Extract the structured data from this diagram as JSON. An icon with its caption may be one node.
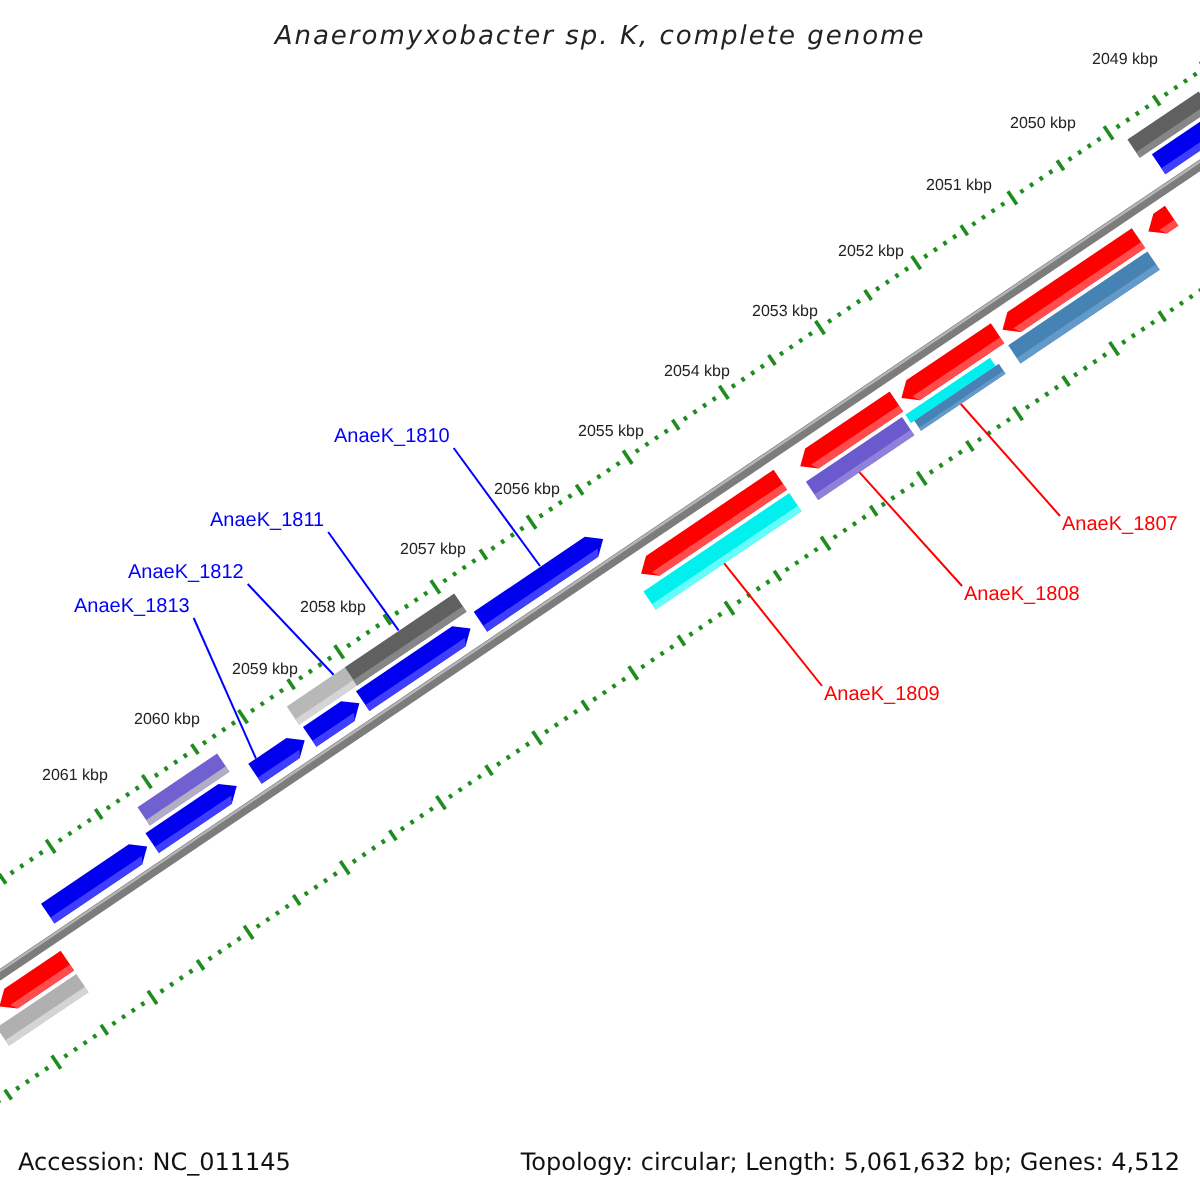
{
  "diagram": {
    "title": "Anaeromyxobacter sp. K, complete genome",
    "nodes": [
      {
        "text": [
          "AnaeK_1810"
        ]
      },
      {
        "text": [
          "AnaeK_1811"
        ]
      },
      {
        "text": [
          "AnaeK_1807"
        ]
      },
      {
        "text": [
          "AnaeK_1812"
        ]
      },
      {
        "text": [
          "AnaeK_1808"
        ]
      },
      {
        "text": [
          "AnaeK_1813"
        ]
      },
      {
        "text": [
          "AnaeK_1809"
        ]
      },
      {
        "text": [],
        "shape": "pentagon"
      },
      {
        "text": [],
        "shape": "bar"
      },
      {
        "text": [],
        "shape": "pentagon"
      },
      {
        "text": [],
        "shape": "pentagon"
      },
      {
        "text": [],
        "shape": "bar"
      },
      {
        "text": [],
        "shape": "pentagon"
      },
      {
        "text": [],
        "shape": "bar"
      },
      {
        "text": [],
        "shape": "pentagon"
      },
      {
        "text": [],
        "shape": "pentagon"
      },
      {
        "text": [],
        "shape": "bar"
      },
      {
        "text": [],
        "shape": "pentagon"
      },
      {
        "text": [],
        "shape": "bar"
      },
      {
        "text": [],
        "shape": "pentagon"
      },
      {
        "text": [],
        "shape": "bar"
      },
      {
        "text": [],
        "shape": "pentagon"
      },
      {
        "text": [],
        "shape": "bar"
      },
      {
        "text": [],
        "shape": "bar"
      },
      {
        "text": [],
        "shape": "pentagon"
      },
      {
        "text": [],
        "shape": "bar"
      },
      {
        "text": [],
        "shape": "pentagon"
      },
      {
        "text": [],
        "shape": "pentagon"
      },
      {
        "text": [],
        "shape": "bar"
      },
      {
        "text": [],
        "shape": "pentagon"
      }
    ],
    "edges": [
      {
        "from": 0,
        "to": 17,
        "arrow": "none"
      },
      {
        "from": 1,
        "to": 16,
        "arrow": "none"
      },
      {
        "from": 2,
        "to": 23,
        "arrow": "none",
        "color": "#ff0000"
      },
      {
        "from": 3,
        "to": 13,
        "arrow": "none"
      },
      {
        "from": 4,
        "to": 20,
        "arrow": "none",
        "color": "#ff0000"
      },
      {
        "from": 5,
        "to": 12,
        "arrow": "none"
      },
      {
        "from": 6,
        "to": 18,
        "arrow": "none",
        "color": "#ff0000"
      }
    ],
    "labels": [
      "2049 kbp",
      "2050 kbp",
      "2051 kbp",
      "2052 kbp",
      "2053 kbp",
      "2054 kbp",
      "2055 kbp",
      "2056 kbp",
      "2057 kbp",
      "2058 kbp",
      "2059 kbp",
      "2060 kbp",
      "2061 kbp",
      "Accession: NC_011145",
      "Topology: circular; Length: 5,061,632 bp; Genes: 4,512"
    ]
  }
}
